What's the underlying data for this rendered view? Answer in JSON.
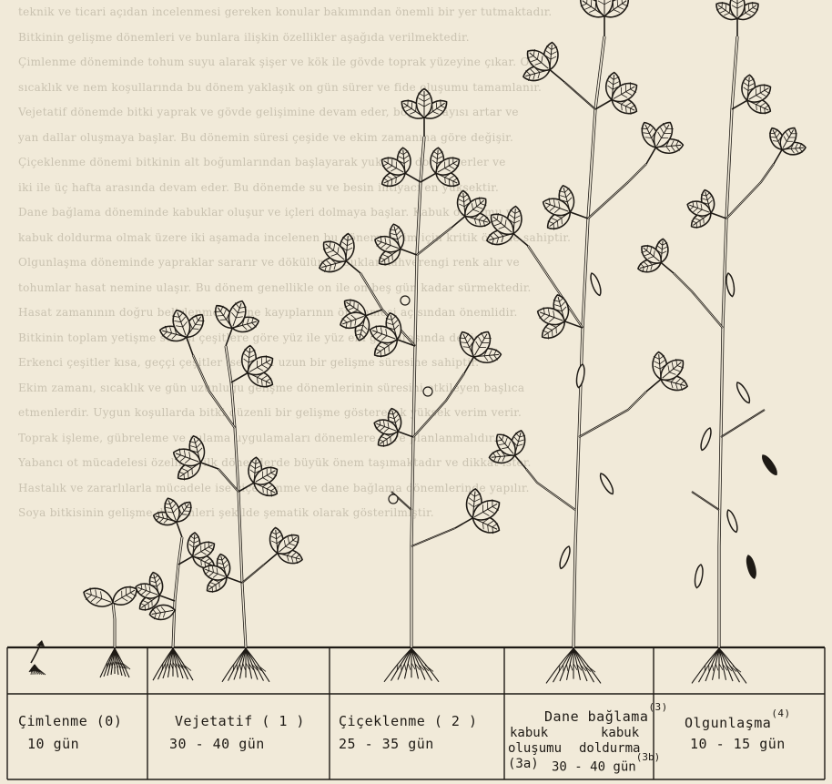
{
  "background_text": [
    "teknik ve ticari açıdan incelenmesi gereken konular bakımından önemli bir yer tutmaktadır.",
    "Bitkinin gelişme dönemleri ve bunlara ilişkin özellikler aşağıda verilmektedir.",
    "Çimlenme döneminde tohum suyu alarak şişer ve kök ile gövde toprak yüzeyine çıkar. Orta",
    "sıcaklık ve nem koşullarında bu dönem yaklaşık on gün sürer ve fide oluşumu tamamlanır.",
    "Vejetatif dönemde bitki yaprak ve gövde gelişimine devam eder, boğum sayısı artar ve",
    "yan dallar oluşmaya başlar. Bu dönemin süresi çeşide ve ekim zamanına göre değişir.",
    "Çiçeklenme dönemi bitkinin alt boğumlarından başlayarak yukarıya doğru ilerler ve",
    "iki ile üç hafta arasında devam eder. Bu dönemde su ve besin ihtiyacı en yüksektir.",
    "Dane bağlama döneminde kabuklar oluşur ve içleri dolmaya başlar. Kabuk oluşumu ve",
    "kabuk doldurma olmak üzere iki aşamada incelenen bu dönem verim için kritik öneme sahiptir.",
    "Olgunlaşma döneminde yapraklar sararır ve dökülür, kabuklar kahverengi renk alır ve",
    "tohumlar hasat nemine ulaşır. Bu dönem genellikle on ile on beş gün kadar sürmektedir.",
    "Hasat zamanının doğru belirlenmesi dane kayıplarının önlenmesi açısından önemlidir.",
    "Bitkinin toplam yetişme süresi çeşitlere göre yüz ile yüz elli gün arasında değişir.",
    "Erkenci çeşitler kısa, geççi çeşitler ise daha uzun bir gelişme süresine sahiptir.",
    "Ekim zamanı, sıcaklık ve gün uzunluğu gelişme dönemlerinin süresini etkileyen başlıca",
    "etmenlerdir. Uygun koşullarda bitki düzenli bir gelişme göstererek yüksek verim verir.",
    "Toprak işleme, gübreleme ve sulama uygulamaları dönemlere göre planlanmalıdır.",
    "Yabancı ot mücadelesi özellikle ilk dönemlerde büyük önem taşımaktadır ve dikkat ister.",
    "Hastalık ve zararlılarla mücadele ise çiçeklenme ve dane bağlama dönemlerinde yapılır.",
    "Soya bitkisinin gelişme dönemleri şekilde şematik olarak gösterilmiştir."
  ],
  "stages": [
    {
      "name": "Çimlenme",
      "number": "(0)",
      "duration": "10 gün"
    },
    {
      "name": "Vejetatif",
      "number": "( 1 )",
      "duration": "30 - 40  gün"
    },
    {
      "name": "Çiçeklenme",
      "number": "( 2 )",
      "duration": "25 - 35  gün"
    },
    {
      "name": "Dane  bağlama",
      "number": "(3)",
      "sub_left_line1": "kabuk",
      "sub_left_line2": "oluşumu",
      "sub_left_num": "(3a)",
      "sub_right_line1": "kabuk",
      "sub_right_line2": "doldurma",
      "duration": "30 - 40  gün",
      "sub_right_num": "(3b)"
    },
    {
      "name": "Olgunlaşma",
      "number": "(4)",
      "duration": "10 - 15  gün"
    }
  ],
  "colors": {
    "paper": "#f1ead9",
    "ink": "#1e1a15",
    "faint_text": "#9a927f"
  }
}
